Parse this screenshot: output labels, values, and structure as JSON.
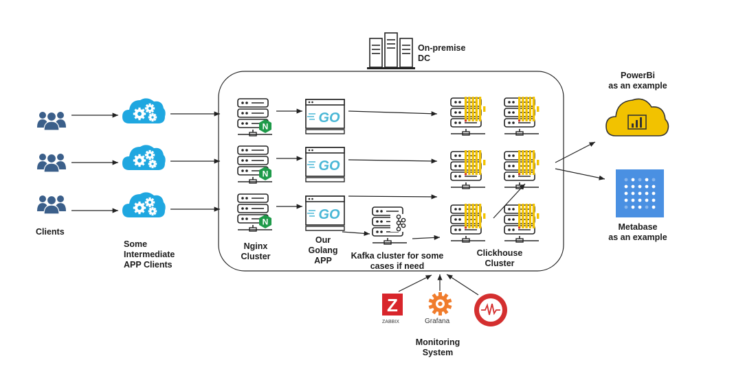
{
  "labels": {
    "clients": "Clients",
    "intermediate": [
      "Some",
      "Intermediate",
      "APP Clients"
    ],
    "onprem": [
      "On-premise",
      "DC"
    ],
    "nginx": [
      "Nginx",
      "Cluster"
    ],
    "golang": [
      "Our",
      "Golang",
      "APP"
    ],
    "kafka": [
      "Kafka cluster for some",
      "cases if need"
    ],
    "clickhouse": [
      "Clickhouse",
      "Cluster"
    ],
    "powerbi": [
      "PowerBi",
      "as an example"
    ],
    "metabase": [
      "Metabase",
      "as an example"
    ],
    "monitoring": [
      "Monitoring",
      "System"
    ],
    "zabbix_badge": "Z",
    "zabbix_text": "ZABBIX",
    "grafana_text": "Grafana",
    "nginx_badge": "N",
    "go_badge": "GO"
  },
  "colors": {
    "client": "#3b5f8a",
    "cloud": "#1fa7e0",
    "nginx": "#1e9a49",
    "go": "#49b7d6",
    "clickhouse": "#f2c200",
    "powerbi": "#f2c200",
    "metabase": "#4a90e2",
    "zabbix": "#d8252b",
    "grafana": "#f07c2c",
    "ring": "#d42f2f"
  }
}
